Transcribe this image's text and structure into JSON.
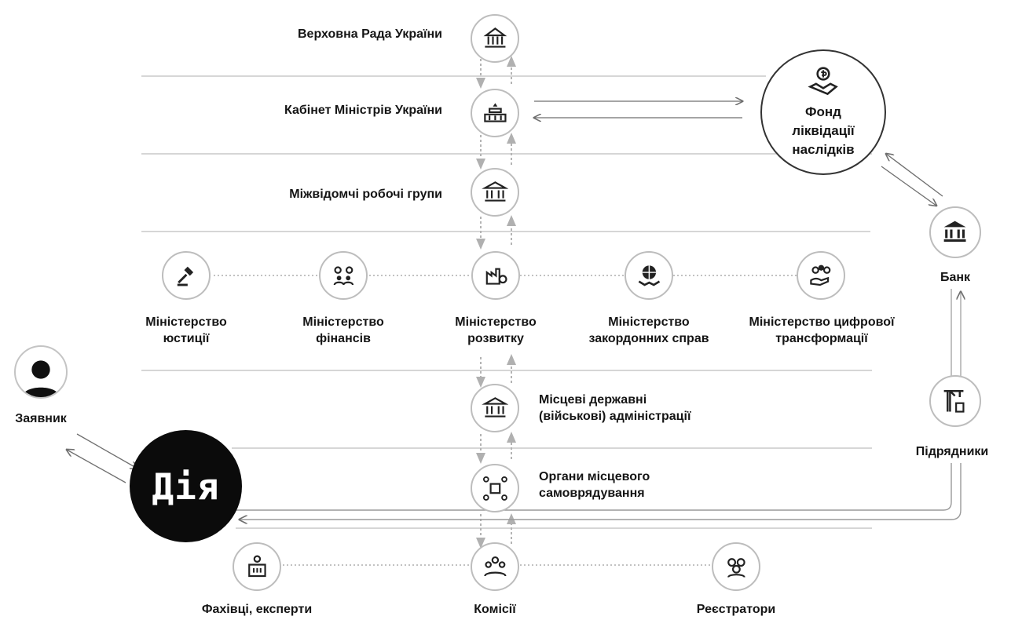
{
  "nodes": {
    "verkhovna_rada": "Верховна Рада України",
    "cabinet": "Кабінет Міністрів України",
    "working_groups": "Міжвідомчі робочі групи",
    "min_justice": "Міністерство\nюстиції",
    "min_finance": "Міністерство\nфінансів",
    "min_development": "Міністерство\nрозвитку",
    "min_foreign": "Міністерство\nзакордонних справ",
    "min_digital": "Міністерство цифрової\nтрансформації",
    "local_admin": "Місцеві державні\n(військові) адміністрації",
    "local_gov": "Органи місцевого\nсамоврядування",
    "experts": "Фахівці, експерти",
    "commissions": "Комісії",
    "registrars": "Реєстратори",
    "applicant": "Заявник",
    "diia": "Дія",
    "fund": "Фонд\nліквідації\nнаслідків",
    "bank": "Банк",
    "contractors": "Підрядники"
  },
  "icons": {
    "verkhovna_rada": "parliament-icon",
    "cabinet": "government-building-icon",
    "working_groups": "institution-icon",
    "min_justice": "gavel-icon",
    "min_finance": "finance-people-icon",
    "min_development": "factory-gear-icon",
    "min_foreign": "globe-handshake-icon",
    "min_digital": "digital-hand-coins-icon",
    "local_admin": "institution-icon",
    "local_gov": "community-network-icon",
    "experts": "experts-building-icon",
    "commissions": "group-people-icon",
    "registrars": "registrars-people-icon",
    "applicant": "person-icon",
    "fund": "dollar-handshake-icon",
    "bank": "bank-icon",
    "contractors": "crane-icon"
  },
  "colors": {
    "text": "#151515",
    "divider": "#d6d6d6",
    "connector": "#b4b4b4",
    "arrow": "#6f6f6f",
    "diia_bg": "#0b0b0b",
    "diia_text": "#ffffff"
  }
}
